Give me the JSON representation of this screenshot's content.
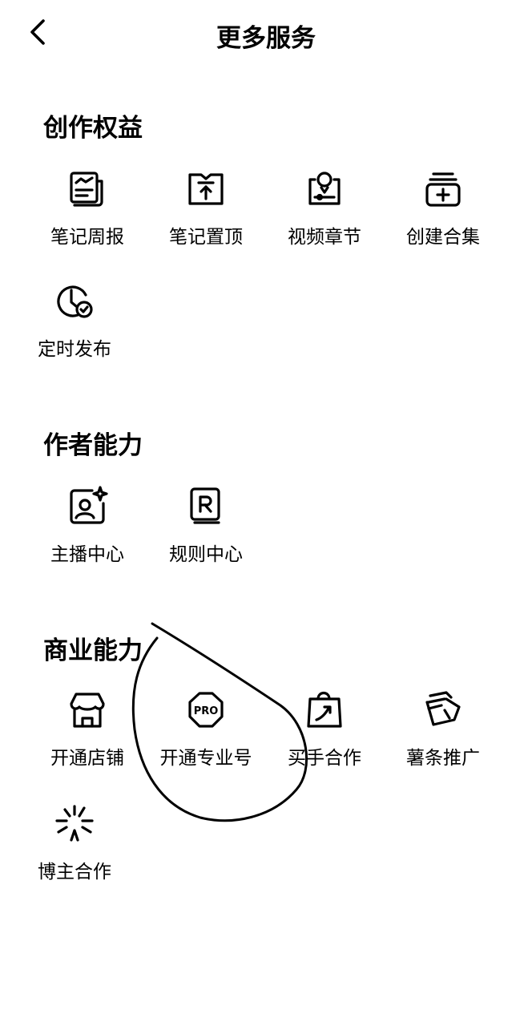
{
  "header": {
    "title": "更多服务",
    "back_icon": "chevron-left-icon"
  },
  "sections": [
    {
      "title": "创作权益",
      "items": [
        {
          "label": "笔记周报",
          "icon": "weekly-report-icon"
        },
        {
          "label": "笔记置顶",
          "icon": "pin-top-icon"
        },
        {
          "label": "视频章节",
          "icon": "video-chapter-icon"
        },
        {
          "label": "创建合集",
          "icon": "collection-add-icon"
        },
        {
          "label": "定时发布",
          "icon": "clock-check-icon"
        }
      ]
    },
    {
      "title": "作者能力",
      "items": [
        {
          "label": "主播中心",
          "icon": "streamer-icon"
        },
        {
          "label": "规则中心",
          "icon": "rules-book-icon"
        }
      ]
    },
    {
      "title": "商业能力",
      "items": [
        {
          "label": "开通店铺",
          "icon": "store-icon"
        },
        {
          "label": "开通专业号",
          "icon": "pro-badge-icon",
          "badge_text": "PRO"
        },
        {
          "label": "买手合作",
          "icon": "shopping-bag-icon"
        },
        {
          "label": "薯条推广",
          "icon": "fries-icon"
        },
        {
          "label": "博主合作",
          "icon": "sparkle-burst-icon"
        }
      ]
    }
  ],
  "colors": {
    "text": "#000000",
    "background": "#ffffff"
  }
}
